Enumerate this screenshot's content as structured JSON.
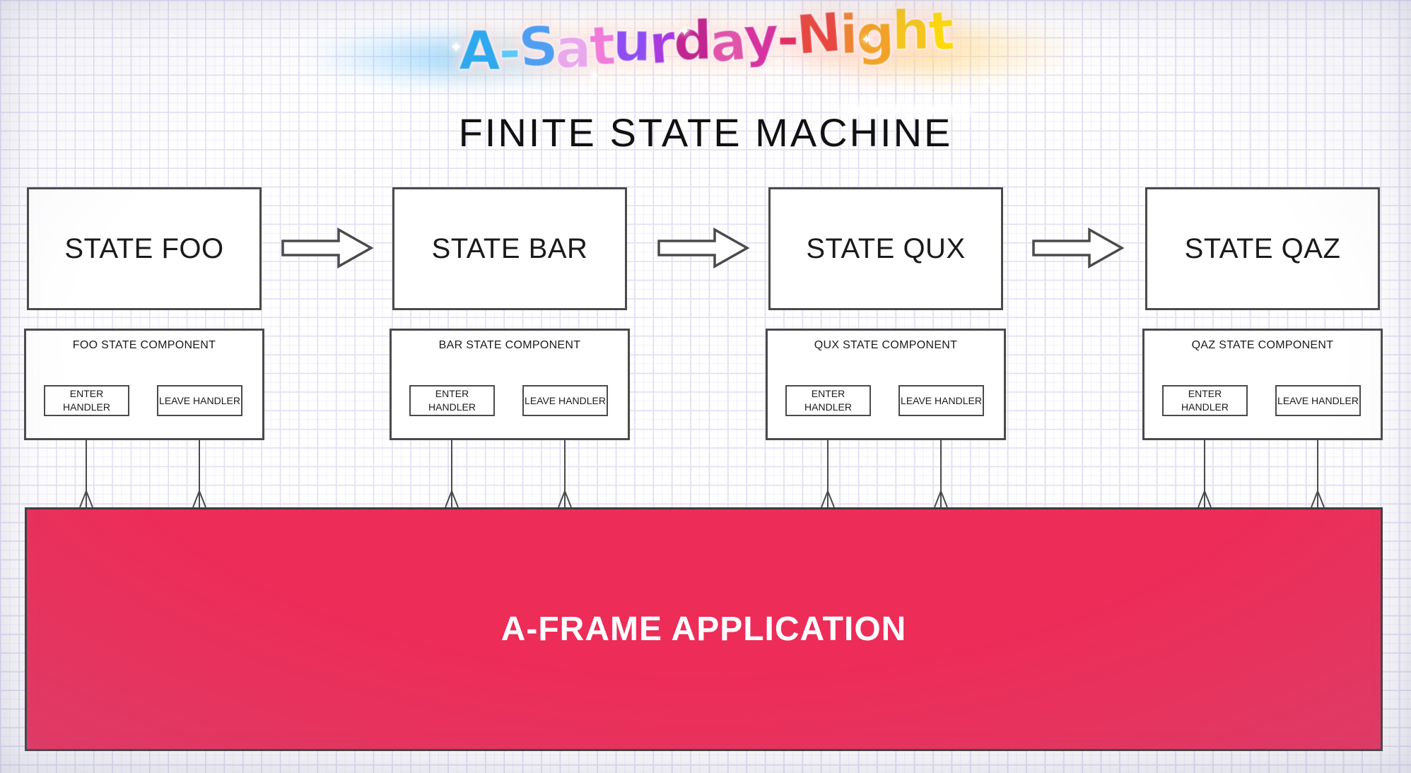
{
  "logo": {
    "text": "A-Saturday-Night",
    "letter_colors": [
      "#2FA8EE",
      "#5EC8F6",
      "#4F9EF2",
      "#E9A8EC",
      "#F07BD8",
      "#8E4EF2",
      "#A83AE0",
      "#C2258F",
      "#E055AA",
      "#D633A0",
      "#E03060",
      "#E84840",
      "#EF8330",
      "#F2A227",
      "#F6C51D",
      "#FFD90A"
    ]
  },
  "title": "FINITE STATE MACHINE",
  "states": [
    {
      "name": "STATE FOO"
    },
    {
      "name": "STATE BAR"
    },
    {
      "name": "STATE QUX"
    },
    {
      "name": "STATE QAZ"
    }
  ],
  "components": [
    {
      "label": "FOO STATE COMPONENT",
      "enter_handler": "ENTER HANDLER",
      "leave_handler": "LEAVE HANDLER"
    },
    {
      "label": "BAR STATE COMPONENT",
      "enter_handler": "ENTER HANDLER",
      "leave_handler": "LEAVE HANDLER"
    },
    {
      "label": "QUX STATE COMPONENT",
      "enter_handler": "ENTER HANDLER",
      "leave_handler": "LEAVE HANDLER"
    },
    {
      "label": "QAZ STATE COMPONENT",
      "enter_handler": "ENTER HANDLER",
      "leave_handler": "LEAVE HANDLER"
    }
  ],
  "application": {
    "label": "A-FRAME APPLICATION"
  },
  "colors": {
    "app_fill": "#ED2C58",
    "app_text": "#FFFFFF",
    "box_border": "#4A4A4A",
    "title_text": "#111111",
    "grid_major": "#E3DEF4",
    "grid_minor": "#F2EFFB"
  }
}
